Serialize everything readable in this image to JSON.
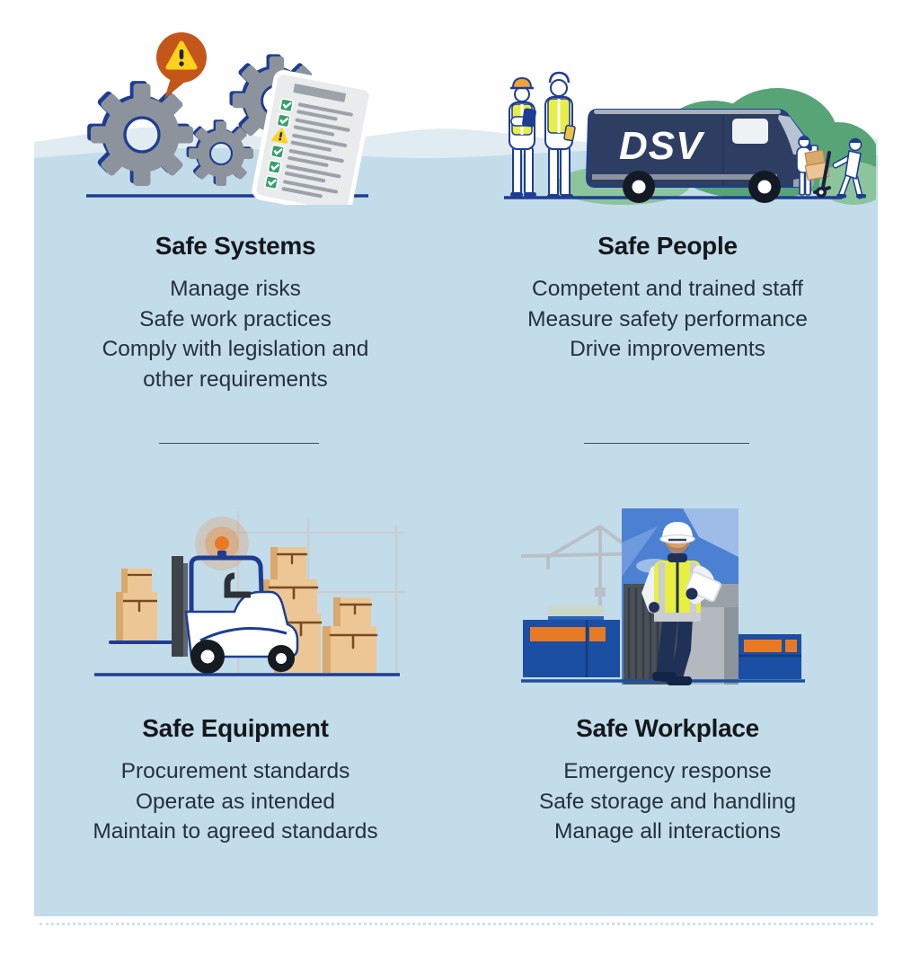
{
  "theme": {
    "panel_blue": "#c3dcea",
    "wave_pale": "#e0ecf2",
    "heading_color": "#14181c",
    "body_color": "#25313c",
    "line_navy": "#1e3d92",
    "bubble_orange": "#c4561a",
    "warning_yellow": "#ffd21e",
    "check_green": "#36a06b",
    "gear_gray": "#8d939c",
    "hivis_yellow": "#e7ee45",
    "bush_green": "#57a477",
    "box_tan": "#ecc795",
    "van_navy": "#2e3e63",
    "container_blue": "#1b4fa3",
    "container_orange": "#e87a25",
    "sky_blue": "#4c80d2"
  },
  "van": {
    "logo": "DSV"
  },
  "sections": [
    {
      "id": "safe-systems",
      "title": "Safe Systems",
      "lines": [
        "Manage risks",
        "Safe work practices",
        "Comply with legislation and",
        "other requirements"
      ]
    },
    {
      "id": "safe-people",
      "title": "Safe People",
      "lines": [
        "Competent and trained staff",
        "Measure safety performance",
        "Drive improvements"
      ]
    },
    {
      "id": "safe-equipment",
      "title": "Safe Equipment",
      "lines": [
        "Procurement standards",
        "Operate as intended",
        "Maintain to agreed standards"
      ]
    },
    {
      "id": "safe-workplace",
      "title": "Safe Workplace",
      "lines": [
        "Emergency response",
        "Safe storage and handling",
        "Manage all interactions"
      ]
    }
  ]
}
